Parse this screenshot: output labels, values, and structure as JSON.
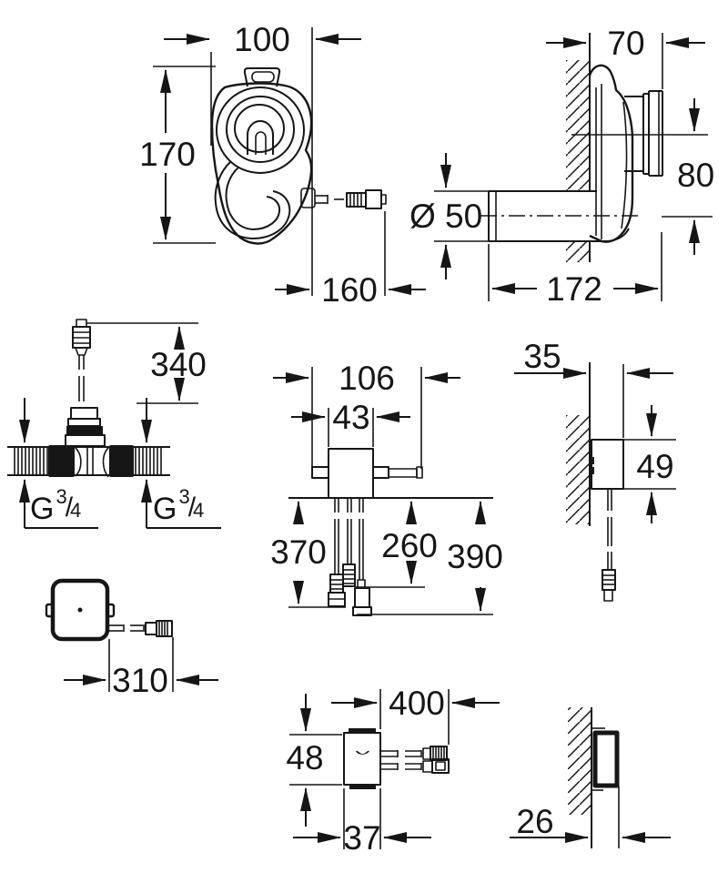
{
  "colors": {
    "ink": "#161616",
    "background": "#ffffff"
  },
  "figures": {
    "waste_trap_front": {
      "dim_width": "100",
      "dim_height": "170",
      "dim_cable_length": "160"
    },
    "actuator_side": {
      "dim_depth": "70",
      "dim_axis_offset": "80",
      "dim_pipe_diameter": "Ø 50",
      "dim_pipe_length": "172"
    },
    "solenoid_valve_front": {
      "dim_cable_length": "340",
      "thread": {
        "letter": "G",
        "numerator": "3",
        "slash": "/",
        "denominator": "4"
      }
    },
    "mixer_body_top": {
      "dim_overall_width": "106",
      "dim_body_width": "43",
      "dim_cable_left": "370",
      "dim_cable_middle": "260",
      "dim_cable_right": "390"
    },
    "sensor_box_side": {
      "dim_depth": "35",
      "dim_height": "49"
    },
    "control_box_front": {
      "dim_cable_length": "310"
    },
    "power_box_side": {
      "dim_height": "48",
      "dim_width": "37",
      "dim_cable_length": "400"
    },
    "cover_plate_side": {
      "dim_depth": "26"
    }
  }
}
